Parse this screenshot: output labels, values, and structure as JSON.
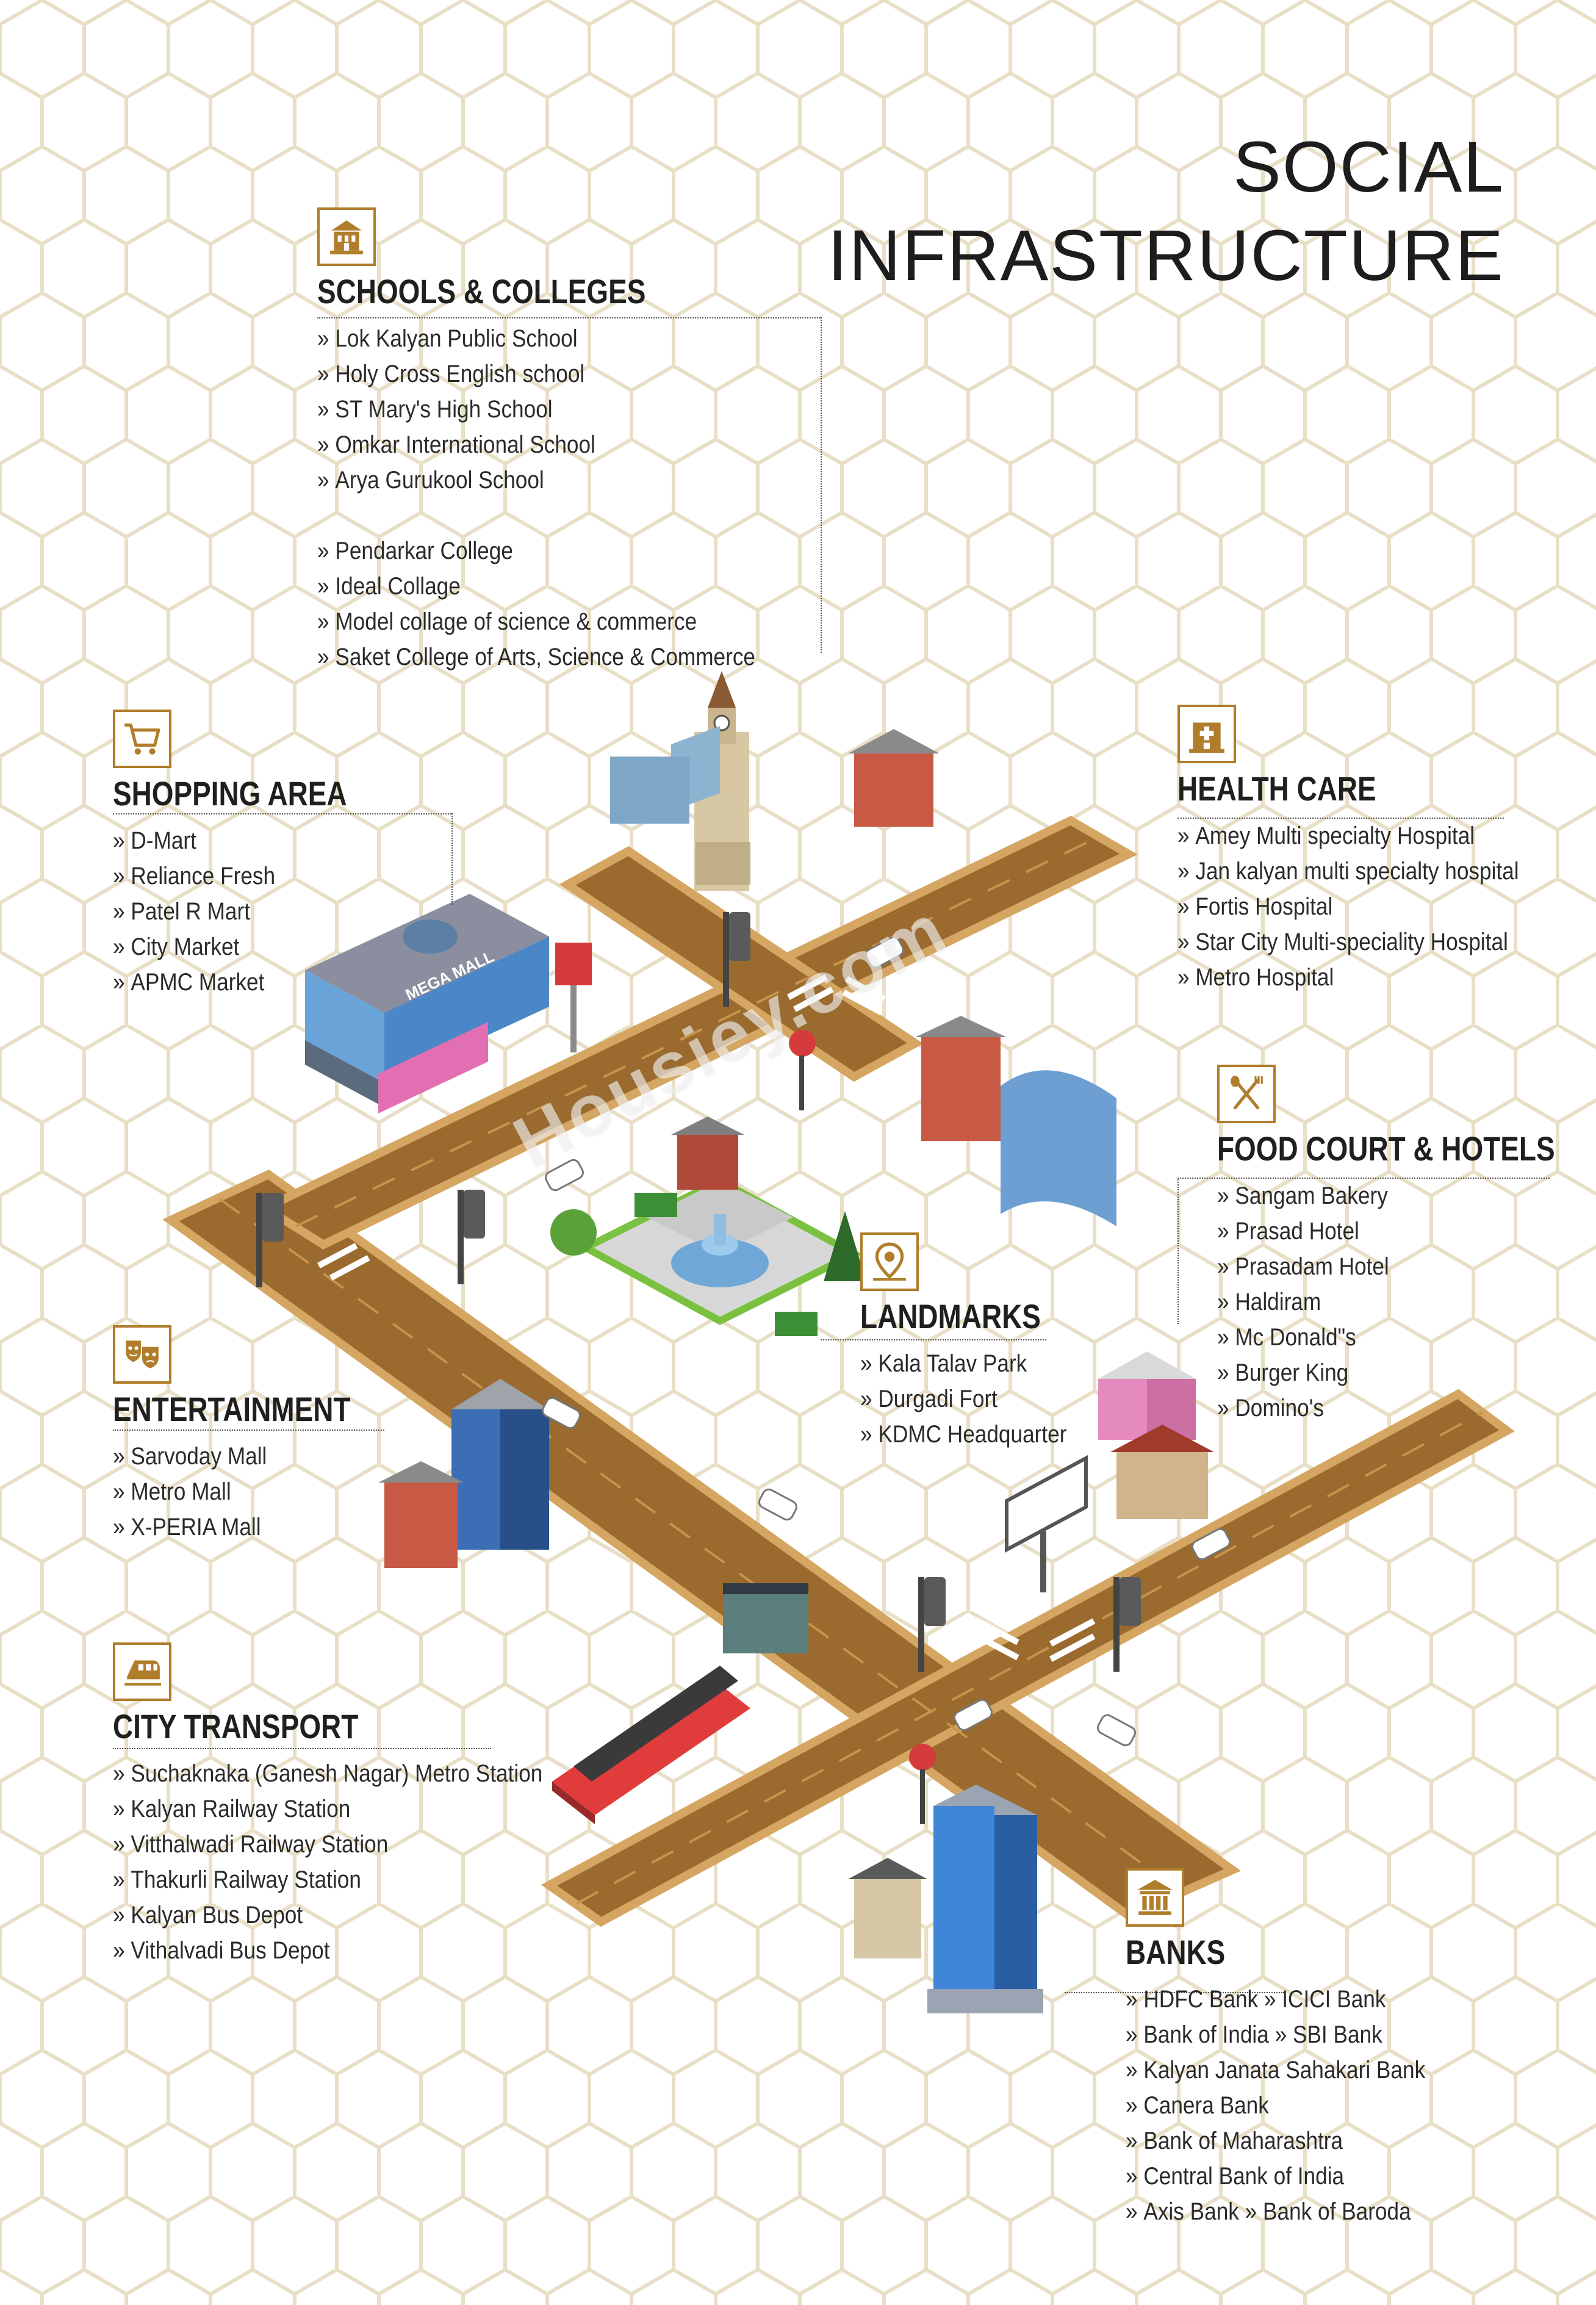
{
  "title": {
    "line1": "SOCIAL",
    "line2": "INFRASTRUCTURE"
  },
  "watermark": "Housiey.com",
  "colors": {
    "accent": "#b07d2a",
    "road": "#9a6a2e",
    "road_edge": "#d4a662",
    "text": "#1f1f1f",
    "hex_pattern": "#e8dfc6"
  },
  "sections": {
    "schools": {
      "icon": "school-building-icon",
      "title": "SCHOOLS & COLLEGES",
      "items": [
        "Lok Kalyan Public School",
        "Holy Cross English school",
        "ST Mary's High School",
        "Omkar International School",
        "Arya Gurukool School",
        "",
        "Pendarkar College",
        "Ideal Collage",
        "Model collage of science & commerce",
        "Saket College of Arts, Science & Commerce"
      ]
    },
    "shopping": {
      "icon": "shopping-cart-icon",
      "title": "SHOPPING AREA",
      "items": [
        "D-Mart",
        "Reliance Fresh",
        "Patel R Mart",
        "City Market",
        "APMC Market"
      ]
    },
    "health": {
      "icon": "hospital-icon",
      "title": "HEALTH CARE",
      "items": [
        "Amey Multi specialty Hospital",
        "Jan kalyan multi specialty hospital",
        "Fortis Hospital",
        "Star City Multi-speciality Hospital",
        "Metro Hospital"
      ]
    },
    "food": {
      "icon": "fork-spoon-icon",
      "title": "FOOD COURT & HOTELS",
      "items": [
        "Sangam Bakery",
        "Prasad Hotel",
        "Prasadam Hotel",
        "Haldiram",
        "Mc Donald\"s",
        "Burger King",
        "Domino's"
      ]
    },
    "landmarks": {
      "icon": "map-pin-icon",
      "title": "LANDMARKS",
      "items": [
        "Kala Talav Park",
        "Durgadi Fort",
        "KDMC Headquarter"
      ]
    },
    "entertainment": {
      "icon": "theatre-masks-icon",
      "title": "ENTERTAINMENT",
      "items": [
        "Sarvoday Mall",
        "Metro Mall",
        "X-PERIA Mall"
      ]
    },
    "transport": {
      "icon": "train-icon",
      "title": "CITY TRANSPORT",
      "items": [
        "Suchaknaka (Ganesh Nagar) Metro Station",
        "Kalyan Railway Station",
        "Vitthalwadi Railway Station",
        "Thakurli Railway Station",
        "Kalyan Bus Depot",
        "Vithalvadi Bus Depot"
      ]
    },
    "banks": {
      "icon": "bank-icon",
      "title": "BANKS",
      "items": [
        "HDFC Bank » ICICI Bank",
        "Bank of India » SBI Bank",
        "Kalyan Janata Sahakari Bank",
        "Canera Bank",
        "Bank of Maharashtra",
        "Central Bank of India",
        "Axis Bank » Bank of Baroda"
      ]
    },
    "illustration": {
      "mall_sign": "MEGA MALL"
    }
  }
}
